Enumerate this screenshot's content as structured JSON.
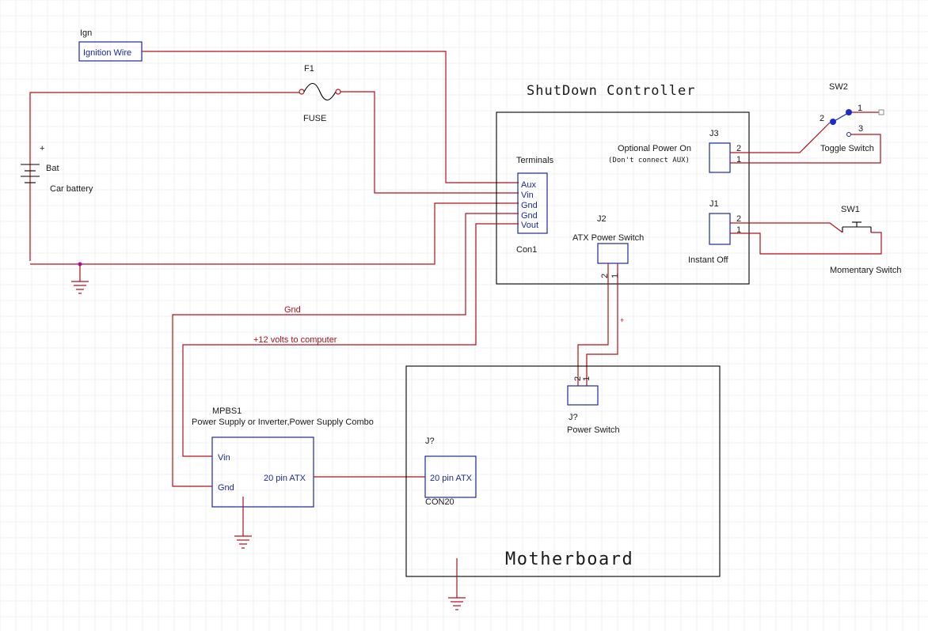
{
  "ign": {
    "ref": "Ign",
    "label": "Ignition Wire"
  },
  "fuse": {
    "ref": "F1",
    "label": "FUSE"
  },
  "battery": {
    "plus": "+",
    "ref": "Bat",
    "label": "Car battery"
  },
  "controller": {
    "title": "ShutDown Controller",
    "terminals_label": "Terminals",
    "pins": [
      "Aux",
      "Vin",
      "Gnd",
      "Gnd",
      "Vout"
    ],
    "con_ref": "Con1",
    "j3": {
      "ref": "J3",
      "label": "Optional Power On",
      "note": "(Don't connect AUX)",
      "pin2": "2",
      "pin1": "1"
    },
    "j1": {
      "ref": "J1",
      "label": "Instant Off",
      "pin2": "2",
      "pin1": "1"
    },
    "j2": {
      "ref": "J2",
      "label": "ATX Power Switch",
      "pin2": "2",
      "pin1": "1"
    }
  },
  "sw2": {
    "ref": "SW2",
    "label": "Toggle Switch",
    "p1": "1",
    "p2": "2",
    "p3": "3"
  },
  "sw1": {
    "ref": "SW1",
    "label": "Momentary Switch"
  },
  "wires": {
    "gnd": "Gnd",
    "v12": "+12 volts to computer",
    "plus": "+"
  },
  "psu": {
    "ref": "MPBS1",
    "label": "Power Supply or Inverter,Power Supply Combo",
    "vin": "Vin",
    "gnd": "Gnd",
    "atx": "20 pin ATX"
  },
  "motherboard": {
    "title": "Motherboard",
    "pwr_ref": "J?",
    "pwr_label": "Power Switch",
    "pwr_pin2": "2",
    "pwr_pin1": "1",
    "atx_ref": "J?",
    "atx_label": "20 pin ATX",
    "con_ref": "CON20"
  },
  "colors": {
    "wire": "#b0101a",
    "part": "#1a2a9a",
    "outline": "#000000"
  }
}
